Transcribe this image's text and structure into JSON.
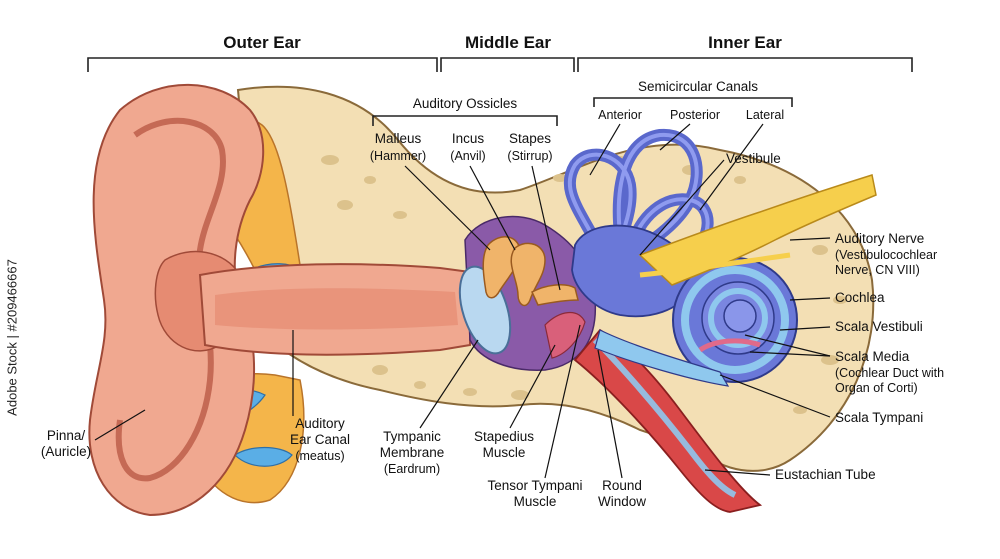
{
  "sections": {
    "outer_ear": "Outer Ear",
    "middle_ear": "Middle Ear",
    "inner_ear": "Inner Ear"
  },
  "groups": {
    "auditory_ossicles": "Auditory Ossicles",
    "semicircular_canals": "Semicircular Canals"
  },
  "labels": {
    "malleus": [
      "Malleus",
      "(Hammer)"
    ],
    "incus": [
      "Incus",
      "(Anvil)"
    ],
    "stapes": [
      "Stapes",
      "(Stirrup)"
    ],
    "anterior": "Anterior",
    "posterior": "Posterior",
    "lateral": "Lateral",
    "vestibule": "Vestibule",
    "auditory_nerve": [
      "Auditory Nerve",
      "(Vestibulocochlear",
      "Nerve, CN VIII)"
    ],
    "cochlea": "Cochlea",
    "scala_vestibuli": "Scala Vestibuli",
    "scala_media": [
      "Scala Media",
      "(Cochlear Duct with",
      "Organ of Corti)"
    ],
    "scala_tympani": "Scala Tympani",
    "eustachian_tube": "Eustachian Tube",
    "pinna": [
      "Pinna/",
      "(Auricle)"
    ],
    "ear_canal": [
      "Auditory",
      "Ear Canal",
      "(meatus)"
    ],
    "tympanic_membrane": [
      "Tympanic",
      "Membrane",
      "(Eardrum)"
    ],
    "stapedius_muscle": [
      "Stapedius",
      "Muscle"
    ],
    "tensor_tympani": [
      "Tensor Tympani",
      "Muscle"
    ],
    "round_window": [
      "Round",
      "Window"
    ]
  },
  "watermark": {
    "side_text": "Adobe Stock | #209466667"
  },
  "colors": {
    "skin": "#f0a890",
    "skin_dark": "#d97a66",
    "bone": "#f3dfb4",
    "bone_dot": "#dcc28c",
    "cartilage": "#f4b54a",
    "fluid": "#5aaee6",
    "purple_cavity": "#8a5aa8",
    "inner_blue": "#6a78d8",
    "nerve": "#f6cf4c",
    "tube_red": "#d94848"
  }
}
